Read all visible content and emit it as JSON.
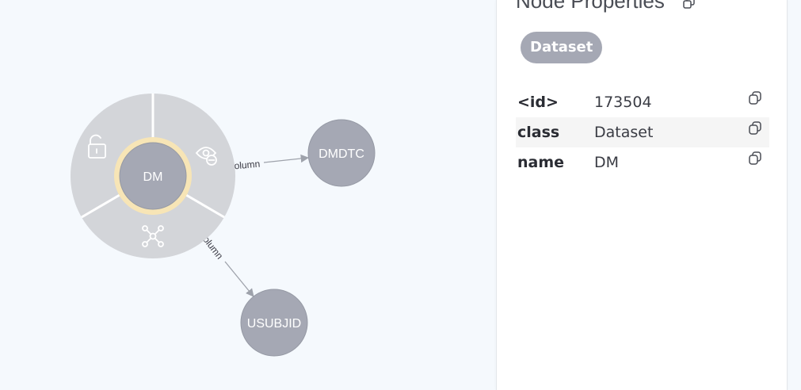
{
  "graph": {
    "center_node": {
      "label": "DM"
    },
    "nodes": [
      {
        "label": "DMDTC"
      },
      {
        "label": "USUBJID"
      }
    ],
    "edges": [
      {
        "label": "column",
        "visible_label": "olumn"
      },
      {
        "label": "column",
        "visible_label": "olumn"
      }
    ],
    "ring_menu_icons": [
      "unlock-icon",
      "hide-eye-icon",
      "expand-network-icon"
    ],
    "colors": {
      "node_fill": "#a5a8b4",
      "ring_fill": "#d3d5d9",
      "highlight": "#f7e5b6",
      "edge": "#9ea2ab"
    }
  },
  "panel": {
    "title": "Node Properties",
    "badge": "Dataset",
    "properties": [
      {
        "key": "<id>",
        "value": "173504"
      },
      {
        "key": "class",
        "value": "Dataset"
      },
      {
        "key": "name",
        "value": "DM"
      }
    ]
  }
}
